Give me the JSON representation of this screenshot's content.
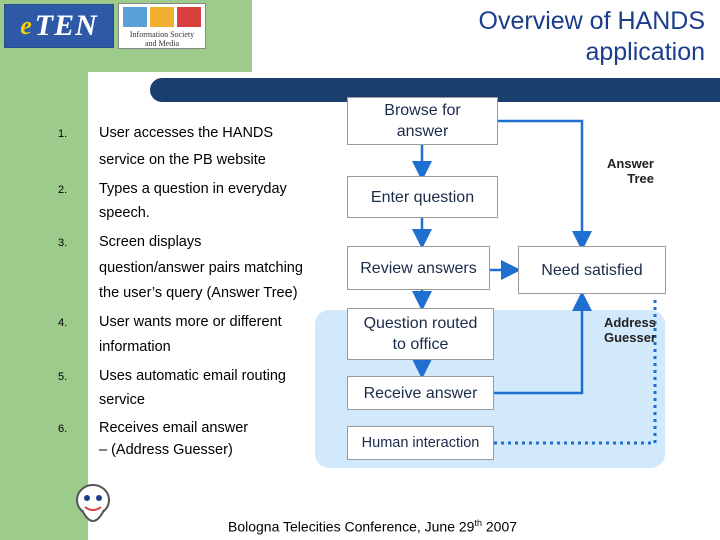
{
  "header": {
    "title_line1": "Overview of HANDS",
    "title_line2": "application",
    "logo_eten_text": "TEN",
    "logo_is_line1": "Information Society",
    "logo_is_line2": "and Media"
  },
  "steps": [
    {
      "num": "1.",
      "lines": [
        "User accesses the HANDS",
        "service on the PB website"
      ]
    },
    {
      "num": "2.",
      "lines": [
        "Types a question in everyday",
        "speech."
      ]
    },
    {
      "num": "3.",
      "lines": [
        "Screen displays",
        "question/answer pairs matching",
        "the user’s query (Answer Tree)"
      ]
    },
    {
      "num": "4.",
      "lines": [
        "User wants more or different",
        "information"
      ]
    },
    {
      "num": "5.",
      "lines": [
        "Uses automatic email routing",
        "service"
      ]
    },
    {
      "num": "6.",
      "lines": [
        "Receives email answer",
        "–  (Address Guesser)"
      ]
    }
  ],
  "flow": {
    "browse": [
      "Browse for",
      "answer"
    ],
    "enter": "Enter question",
    "review": "Review answers",
    "need": "Need satisfied",
    "routed": [
      "Question routed",
      "to office"
    ],
    "receive": "Receive answer",
    "human": "Human interaction",
    "answer_tree": [
      "Answer",
      "Tree"
    ],
    "address_guesser": [
      "Address",
      "Guesser"
    ]
  },
  "footer": {
    "text": "Bologna Telecities Conference, June 29",
    "sup": "th",
    "year": " 2007"
  },
  "colors": {
    "title": "#1a3e8c",
    "green": "#9ccb8c",
    "bar": "#1a3e6e",
    "arrow": "#1f6fd0",
    "panel": "#d2e8fb"
  }
}
